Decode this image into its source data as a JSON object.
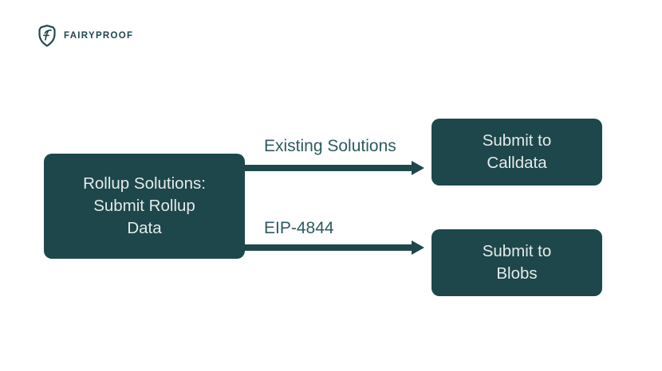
{
  "brand": {
    "name": "FAIRYPROOF",
    "logo_icon": "shield-f-icon"
  },
  "colors": {
    "primary": "#1d474b",
    "edge_label_text": "#2e5a60",
    "node_text": "#e5eae9",
    "background": "#ffffff"
  },
  "diagram": {
    "source_node": {
      "lines": [
        "Rollup Solutions:",
        "Submit Rollup",
        "Data"
      ]
    },
    "edges": [
      {
        "label": "Existing Solutions",
        "target": "Submit to Calldata"
      },
      {
        "label": "EIP-4844",
        "target": "Submit to Blobs"
      }
    ],
    "target_nodes": [
      {
        "lines": [
          "Submit to",
          "Calldata"
        ]
      },
      {
        "lines": [
          "Submit to",
          "Blobs"
        ]
      }
    ]
  }
}
